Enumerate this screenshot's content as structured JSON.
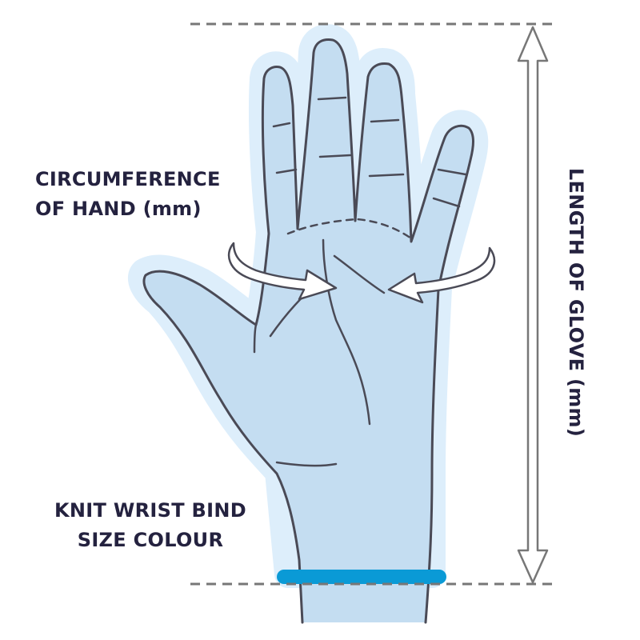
{
  "labels": {
    "circumference": [
      "CIRCUMFERENCE",
      "OF HAND (mm)"
    ],
    "wrist_bind": [
      "KNIT WRIST BIND",
      "SIZE COLOUR"
    ],
    "length": "LENGTH OF GLOVE (mm)"
  },
  "colors": {
    "text": "#24223f",
    "outline": "#4a4a56",
    "hand_fill": "#c4ddf1",
    "glow": "#ddeefb",
    "wrist_bind": "#0a9ad6",
    "arrow_fill": "#ffffff",
    "dimension_line": "#777777"
  },
  "icons": [
    "circumference-arrow-icon",
    "length-double-arrow-icon"
  ]
}
